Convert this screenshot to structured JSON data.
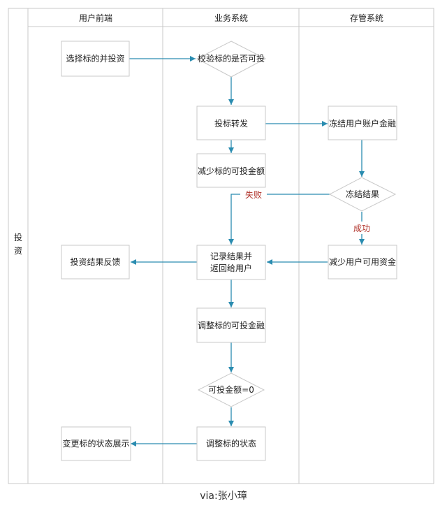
{
  "swimlane": {
    "row_label": "投资",
    "lanes": [
      "用户前端",
      "业务系统",
      "存管系统"
    ]
  },
  "nodes": {
    "select_invest": "选择标的并投资",
    "verify": "校验标的是否可投",
    "forward": "投标转发",
    "reduce_amount": "减少标的可投金额",
    "freeze_user": "冻结用户账户金融",
    "freeze_result": "冻结结果",
    "record_result": [
      "记录结果并",
      "返回给用户"
    ],
    "feedback": "投资结果反馈",
    "reduce_funds": "减少用户可用资金",
    "adjust_amount": "调整标的可投金融",
    "amount_zero": "可投金额=0",
    "adjust_status": "调整标的状态",
    "show_status": "变更标的状态展示"
  },
  "edge_labels": {
    "fail": "失败",
    "success": "成功"
  },
  "credit": "via:张小璋",
  "colors": {
    "arrow": "#2a8cb0",
    "fail_label": "#b0322a",
    "border": "#c9c9c9"
  }
}
